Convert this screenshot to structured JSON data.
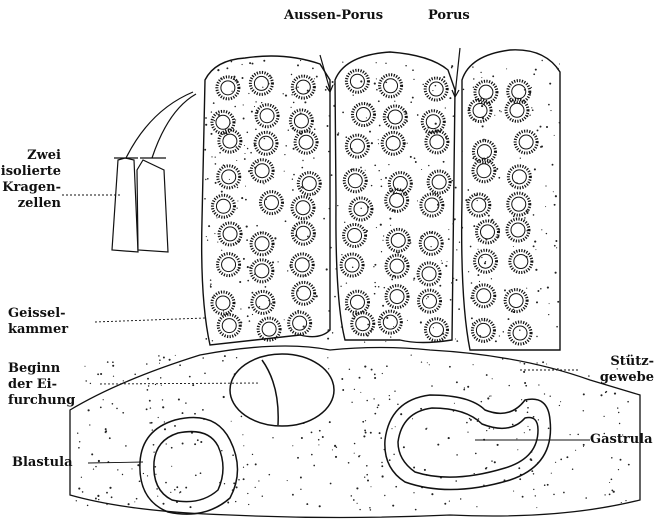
{
  "labels": {
    "aussen_porus": "Aussen-Porus",
    "porus": "Porus",
    "kragenzellen": [
      "Zwei",
      "isolierte",
      "Kragen-",
      "zellen"
    ],
    "geisselkammer": [
      "Geissel-",
      "kammer"
    ],
    "eifurchung": [
      "Beginn",
      "der Ei-",
      "furchung"
    ],
    "stuetzgewebe": [
      "Stütz-",
      "gewebe"
    ],
    "blastula": "Blastula",
    "gastrula": "Gastrula"
  },
  "colors": {
    "ink": "#111111",
    "paper": "#ffffff"
  }
}
